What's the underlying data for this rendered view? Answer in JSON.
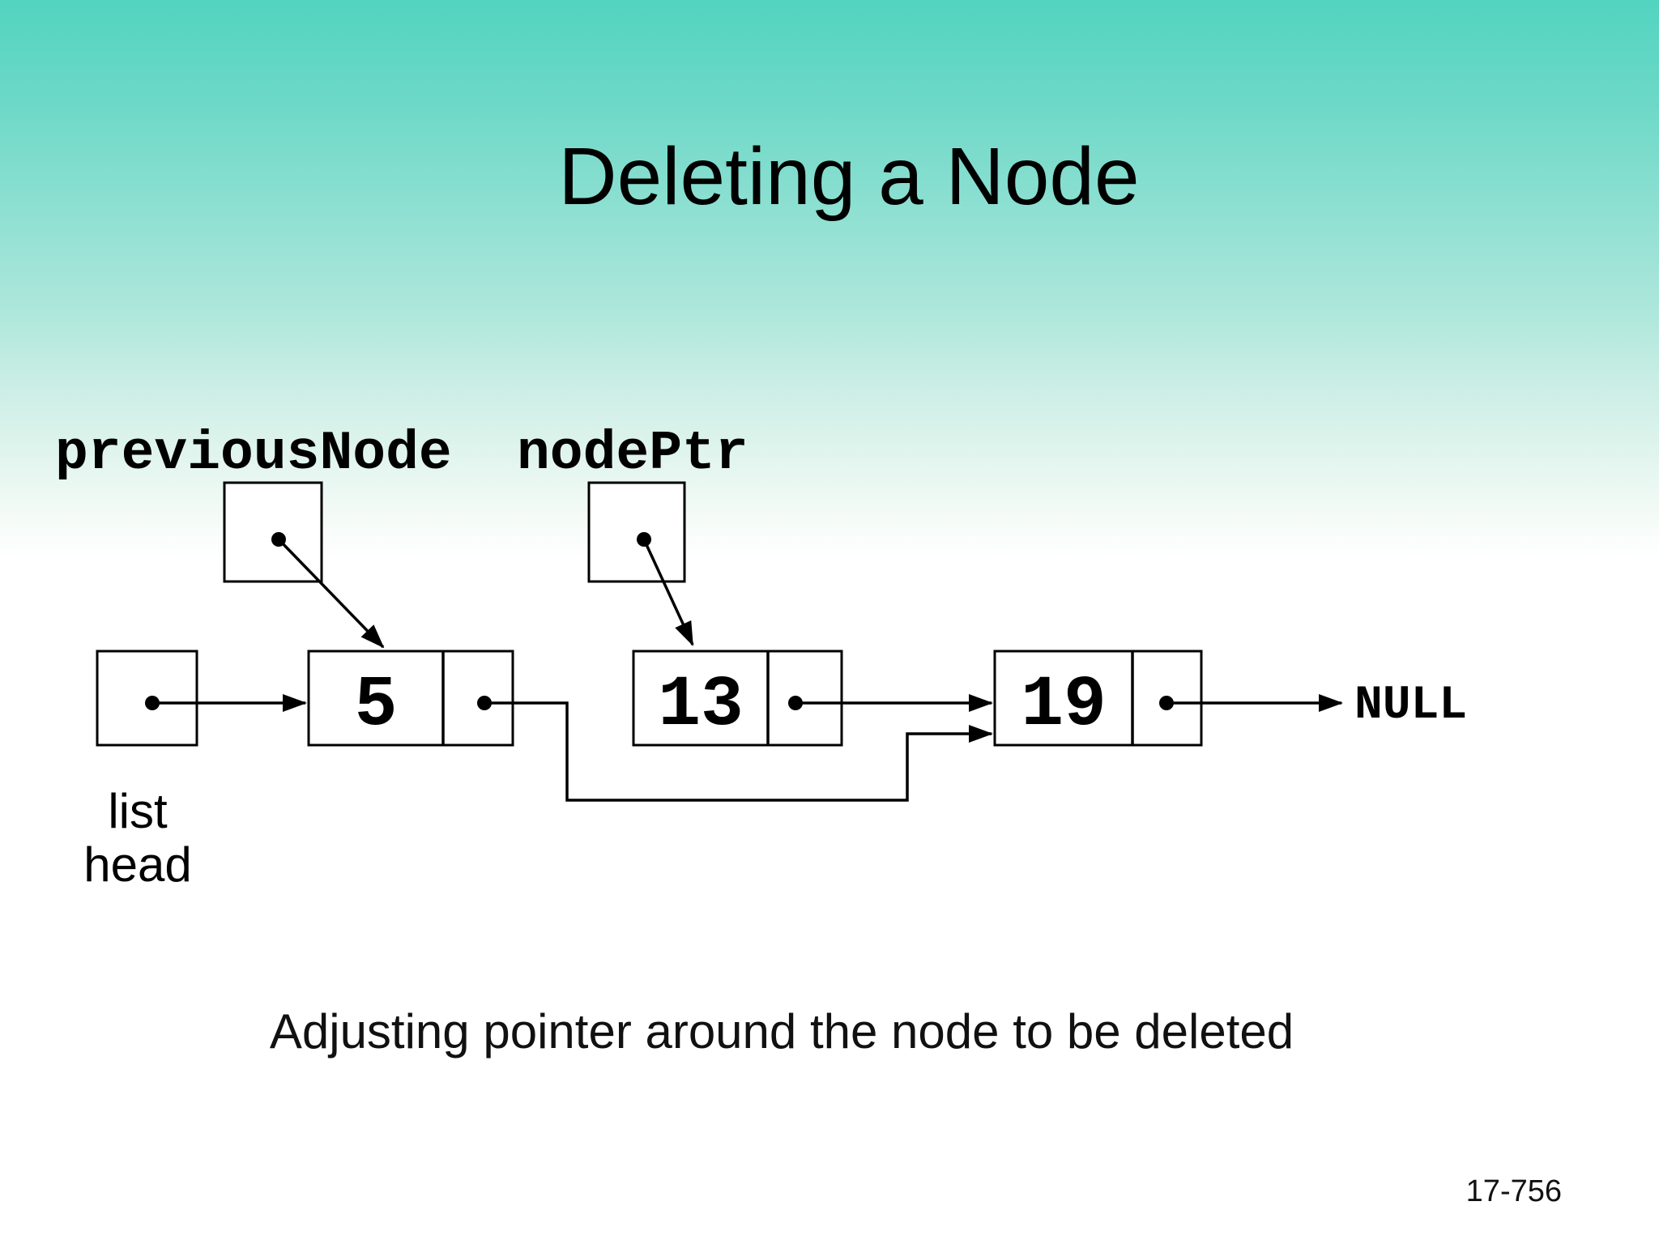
{
  "slide": {
    "title": "Deleting a Node",
    "caption": "Adjusting pointer around the node to be deleted",
    "page_number": "17-756"
  },
  "diagram": {
    "pointer_vars": [
      {
        "id": "previousNode",
        "label": "previousNode",
        "points_to_node": "5"
      },
      {
        "id": "nodePtr",
        "label": "nodePtr",
        "points_to_node": "13"
      }
    ],
    "head_label": {
      "line1": "list",
      "line2": "head"
    },
    "nodes": [
      {
        "value": "5"
      },
      {
        "value": "13"
      },
      {
        "value": "19"
      }
    ],
    "null_label": "NULL"
  },
  "colors": {
    "background_top": "#52d4c0",
    "background_bottom": "#ffffff",
    "ink": "#000000",
    "box_fill": "#ffffff"
  }
}
